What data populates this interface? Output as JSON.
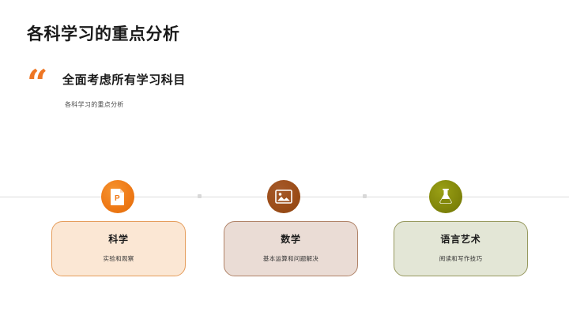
{
  "slide": {
    "title": "各科学习的重点分析",
    "quote": {
      "mark": "“",
      "heading": "全面考虑所有学习科目",
      "subtitle": "各科学习的重点分析"
    },
    "timeline": {
      "nodes": [
        {
          "icon": "document-icon",
          "color": "#ef7a17"
        },
        {
          "icon": "image-icon",
          "color": "#9c4d19"
        },
        {
          "icon": "flask-icon",
          "color": "#83880b"
        }
      ],
      "connector_dots": 2
    },
    "cards": [
      {
        "title": "科学",
        "description": "实验和观察",
        "fill": "#fbe7d4",
        "border": "#e59d5c"
      },
      {
        "title": "数学",
        "description": "基本运算和问题解决",
        "fill": "#eadcd5",
        "border": "#b08368"
      },
      {
        "title": "语言艺术",
        "description": "阅读和写作技巧",
        "fill": "#e3e6d6",
        "border": "#97995f"
      }
    ]
  },
  "colors": {
    "accent_orange": "#ee7624",
    "text_dark": "#1a1a1a",
    "line_gray": "#dcdcdc"
  }
}
